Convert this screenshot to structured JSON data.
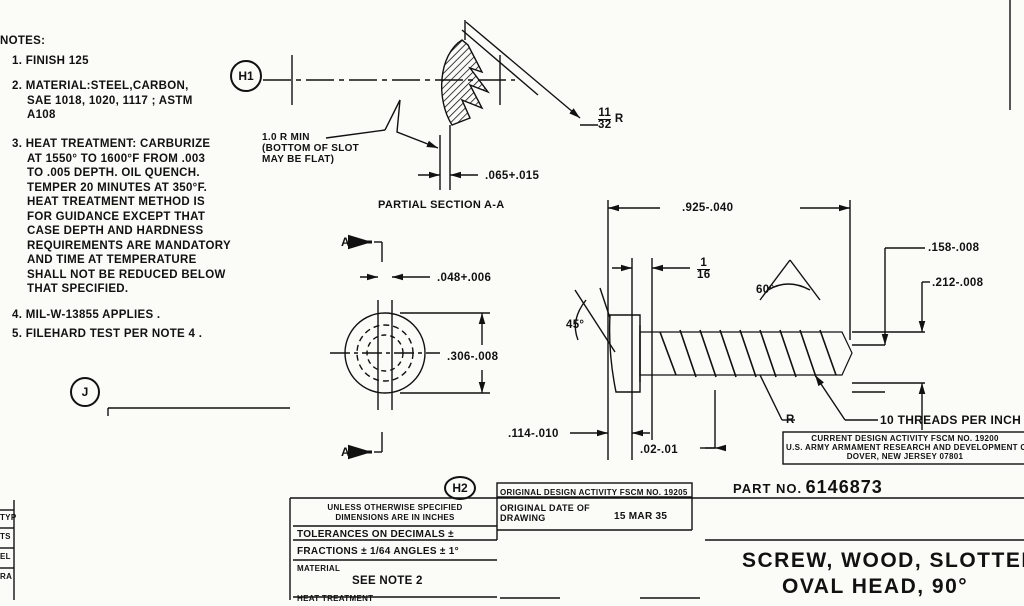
{
  "notes": {
    "heading": "NOTES:",
    "items": [
      {
        "num": "1.",
        "text": "FINISH 125"
      },
      {
        "num": "2.",
        "lines": [
          "MATERIAL:STEEL,CARBON,",
          "SAE 1018, 1020, 1117 ; ASTM",
          "A108"
        ]
      },
      {
        "num": "3.",
        "lines": [
          "HEAT TREATMENT: CARBURIZE",
          "AT 1550° TO 1600°F FROM .003",
          "TO .005 DEPTH. OIL QUENCH.",
          "TEMPER 20 MINUTES AT 350°F.",
          "HEAT TREATMENT METHOD IS",
          "FOR GUIDANCE EXCEPT THAT",
          "CASE DEPTH AND HARDNESS",
          "REQUIREMENTS ARE MANDATORY",
          "AND TIME AT TEMPERATURE",
          "SHALL NOT BE REDUCED BELOW",
          "THAT SPECIFIED."
        ]
      },
      {
        "num": "4.",
        "text": "MIL-W-13855 APPLIES ."
      },
      {
        "num": "5.",
        "text": "FILEHARD TEST PER NOTE 4 ."
      }
    ]
  },
  "zones": {
    "h1": "H1",
    "h2": "H2",
    "j": "J"
  },
  "section": {
    "title": "PARTIAL SECTION A-A",
    "radius_note": [
      "1.0 R MIN",
      "(BOTTOM OF SLOT",
      "MAY BE FLAT)"
    ],
    "slot_depth": ".065+.015",
    "head_radius_num": "11",
    "head_radius_den": "32",
    "head_radius_suffix": "R"
  },
  "end_view": {
    "cut_label": "A",
    "slot_width": ".048+.006",
    "head_dia": ".306-.008"
  },
  "side_view": {
    "length": ".925-.040",
    "tip_num": "1",
    "tip_den": "16",
    "thread_angle": "60°",
    "head_angle": "45°",
    "minor_dia": ".158-.008",
    "major_dia": ".212-.008",
    "head_height": ".114-.010",
    "slot_dim": ".02-.01",
    "root_radius": "R",
    "threads": "10 THREADS PER INCH"
  },
  "design_activity": {
    "line1": "CURRENT DESIGN ACTIVITY FSCM NO. 19200",
    "line2": "U.S. ARMY ARMAMENT RESEARCH AND DEVELOPMENT CE",
    "line3": "DOVER, NEW JERSEY 07801"
  },
  "title_block": {
    "orig_activity": "ORIGINAL DESIGN ACTIVITY FSCM NO. 19205",
    "part_label": "PART NO.",
    "part_number": "6146873",
    "unless": "UNLESS OTHERWISE SPECIFIED",
    "dims": "DIMENSIONS ARE IN INCHES",
    "tol": "TOLERANCES ON  DECIMALS ±",
    "fractions": "FRACTIONS ± 1/64  ANGLES ± 1°",
    "orig_date_label": "ORIGINAL DATE OF DRAWING",
    "orig_date": "15 MAR 35",
    "material_label": "MATERIAL",
    "material_value": "SEE NOTE 2",
    "heat_treatment": "HEAT TREATMENT",
    "title_line1": "SCREW, WOOD, SLOTTED",
    "title_line2": "OVAL HEAD, 90°"
  },
  "edge_fragments": [
    "TYP",
    "TS",
    "EL",
    "RA"
  ]
}
